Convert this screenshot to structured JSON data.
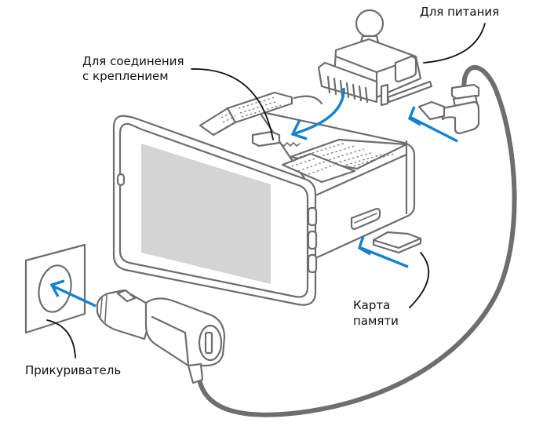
{
  "diagram": {
    "subject": "dashcam-connection-diagram",
    "colors": {
      "arrow": "#1382d0",
      "outline": "#6d6d6d",
      "screen": "#d4d4d4",
      "cable": "#6e6e6e",
      "leader": "#111111"
    },
    "labels": {
      "power": "Для питания",
      "mount_connection_line1": "Для соединения",
      "mount_connection_line2": "с креплением",
      "memory_card_line1": "Карта",
      "memory_card_line2": "памяти",
      "cigarette_lighter": "Прикуриватель"
    },
    "components": [
      {
        "id": "dashcam",
        "name": "Видеорегистратор"
      },
      {
        "id": "mount",
        "name": "Крепление"
      },
      {
        "id": "usb-plug",
        "name": "Угловой штекер питания"
      },
      {
        "id": "memory-card",
        "name": "Карта памяти"
      },
      {
        "id": "car-charger",
        "name": "Автомобильный адаптер"
      },
      {
        "id": "socket",
        "name": "Гнездо прикуривателя"
      }
    ],
    "dashcam_side_buttons": 3
  }
}
